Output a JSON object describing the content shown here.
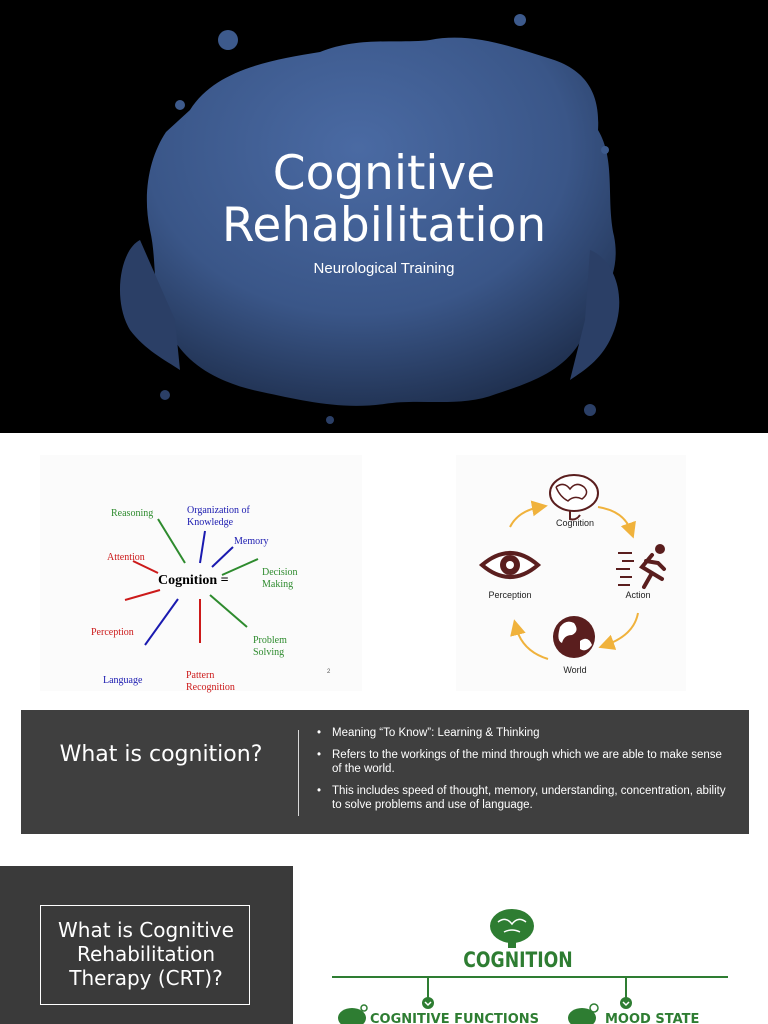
{
  "slide1": {
    "title_line1": "Cognitive",
    "title_line2": "Rehabilitation",
    "subtitle": "Neurological Training",
    "splash_color": "#3d5a8c",
    "background": "#000000"
  },
  "slide2": {
    "wordmap": {
      "center": "Cognition =",
      "labels": {
        "reasoning": "Reasoning",
        "organization_1": "Organization of",
        "organization_2": "Knowledge",
        "memory": "Memory",
        "decision_1": "Decision",
        "decision_2": "Making",
        "attention": "Attention",
        "perception": "Perception",
        "language": "Language",
        "pattern_1": "Pattern",
        "pattern_2": "Recognition",
        "problem_1": "Problem",
        "problem_2": "Solving"
      },
      "page_number": "2",
      "colors": {
        "green": "#2e8b2e",
        "blue": "#1a1ab0",
        "red": "#cc1a1a"
      }
    },
    "cycle": {
      "cognition": "Cognition",
      "action": "Action",
      "world": "World",
      "perception": "Perception",
      "icons": [
        "brain-icon",
        "running-person-icon",
        "globe-icon",
        "eye-icon"
      ],
      "arrow_color": "#f0b23c",
      "icon_color": "#5a1e1e"
    }
  },
  "slide3": {
    "heading": "What is cognition?",
    "bullets": [
      "Meaning “To Know”: Learning & Thinking",
      "Refers to the workings of the mind through which we are able to make sense of the world.",
      "This includes speed of thought, memory, understanding, concentration, ability to solve problems and use of language."
    ],
    "bullet_glyph": "•",
    "background": "#3f3f3f"
  },
  "slide4": {
    "box_line1": "What is Cognitive",
    "box_line2": "Rehabilitation",
    "box_line3": "Therapy (CRT)?",
    "cognition_title": "COGNITION",
    "branch_left": "COGNITIVE FUNCTIONS",
    "branch_right": "MOOD STATE",
    "accent": "#2e7d32"
  }
}
